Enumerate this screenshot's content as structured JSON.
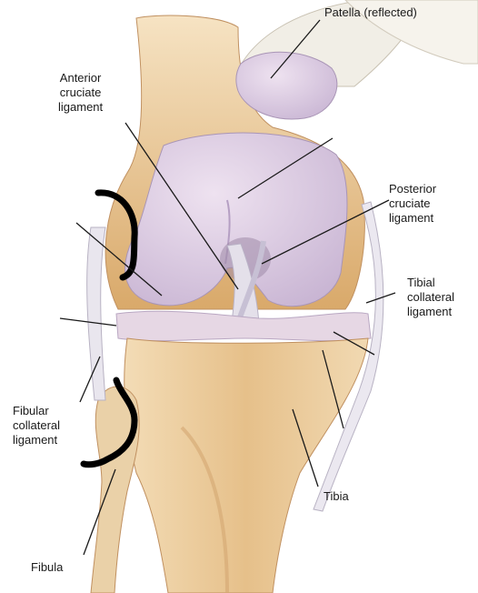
{
  "labels": {
    "patella": "Patella (reflected)",
    "acl": [
      "Anterior",
      "cruciate",
      "ligament"
    ],
    "pcl": [
      "Posterior",
      "cruciate",
      "ligament"
    ],
    "tibial_collateral": [
      "Tibial",
      "collateral",
      "ligament"
    ],
    "fibular_collateral": [
      "Fibular",
      "collateral",
      "ligament"
    ],
    "tibia": "Tibia",
    "fibula": "Fibula"
  },
  "colors": {
    "bone": "#e8c79a",
    "bone_shadow": "#c9955a",
    "cartilage": "#dccbe0",
    "cartilage_shadow": "#b8a4c4",
    "ligament": "#eceaf0",
    "leader_line": "#1a1a1a",
    "annotation_mark": "#000000"
  }
}
